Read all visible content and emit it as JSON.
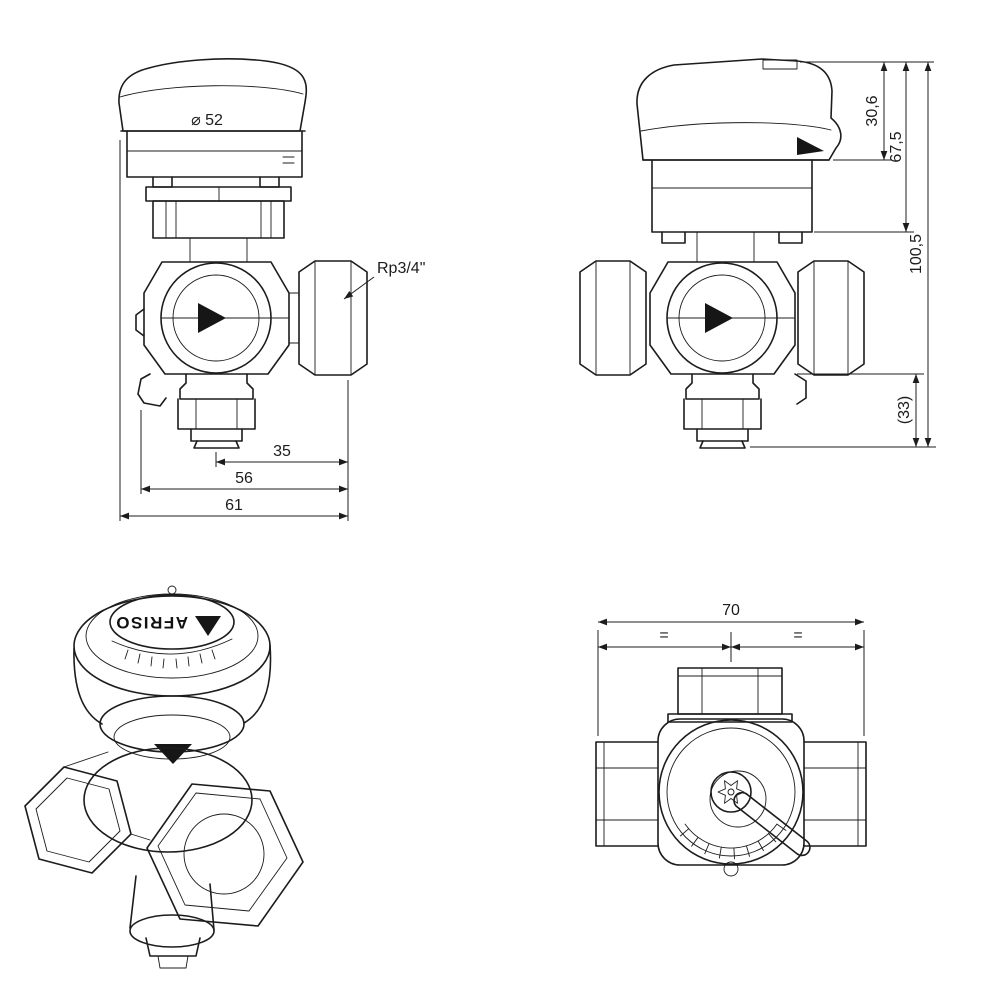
{
  "brand": {
    "logo_text": "AFRISO"
  },
  "dims": {
    "front": {
      "diameter": "⌀ 52",
      "thread": "Rp3/4\"",
      "center_to_port": "35",
      "body_width": "56",
      "overall_width": "61"
    },
    "side": {
      "cap_height": "30,6",
      "actuator_height": "67,5",
      "overall_height": "100,5",
      "bottom_port": "(33)"
    },
    "top": {
      "overall_width": "70",
      "equal_left": "=",
      "equal_right": "="
    }
  },
  "colors": {
    "line": "#1c1c1c",
    "background": "#ffffff",
    "fill_dark": "#161616"
  }
}
